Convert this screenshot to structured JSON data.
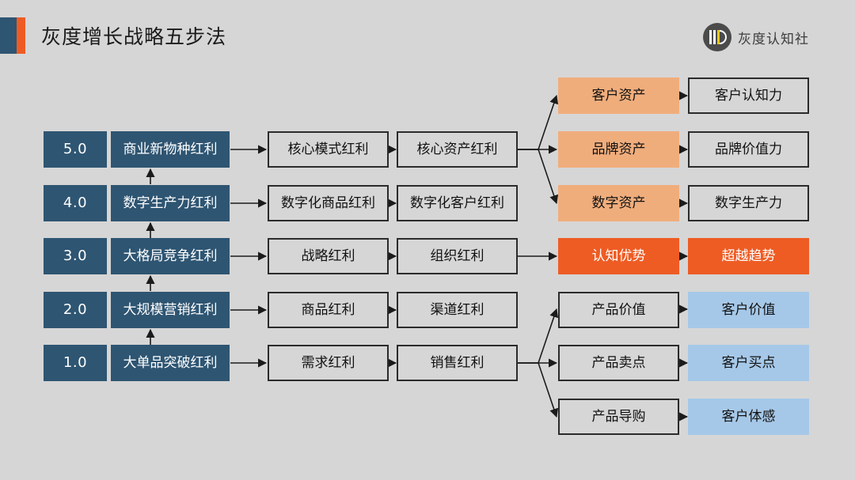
{
  "header": {
    "title": "灰度增长战略五步法",
    "brand_name": "灰度认知社",
    "logo_icon": "hd-circle-logo-icon",
    "accent_blue": "#2e5572",
    "accent_orange": "#ee5c24"
  },
  "colors": {
    "background": "#d6d6d6",
    "dark_blue": "#2e5572",
    "light_orange": "#f0ad7c",
    "hot_orange": "#ee5c24",
    "light_blue": "#a6c8e8",
    "box_border": "#2b2b2b"
  },
  "diagram": {
    "type": "flow-matrix",
    "stages": [
      {
        "version": "5.0",
        "name": "商业新物种红利",
        "col2": "核心模式红利",
        "col3": "核心资产红利"
      },
      {
        "version": "4.0",
        "name": "数字生产力红利",
        "col2": "数字化商品红利",
        "col3": "数字化客户红利"
      },
      {
        "version": "3.0",
        "name": "大格局竞争红利",
        "col2": "战略红利",
        "col3": "组织红利"
      },
      {
        "version": "2.0",
        "name": "大规模营销红利",
        "col2": "商品红利",
        "col3": "渠道红利"
      },
      {
        "version": "1.0",
        "name": "大单品突破红利",
        "col2": "需求红利",
        "col3": "销售红利"
      }
    ],
    "asset_branch": {
      "source": "核心资产红利",
      "items": [
        {
          "asset": "客户资产",
          "outcome": "客户认知力"
        },
        {
          "asset": "品牌资产",
          "outcome": "品牌价值力"
        },
        {
          "asset": "数字资产",
          "outcome": "数字生产力"
        }
      ]
    },
    "advantage_row": {
      "source": "组织红利",
      "asset": "认知优势",
      "outcome": "超越趋势"
    },
    "product_branch": {
      "source": "销售红利",
      "items": [
        {
          "product": "产品价值",
          "customer": "客户价值"
        },
        {
          "product": "产品卖点",
          "customer": "客户买点"
        },
        {
          "product": "产品导购",
          "customer": "客户体感"
        }
      ]
    }
  }
}
